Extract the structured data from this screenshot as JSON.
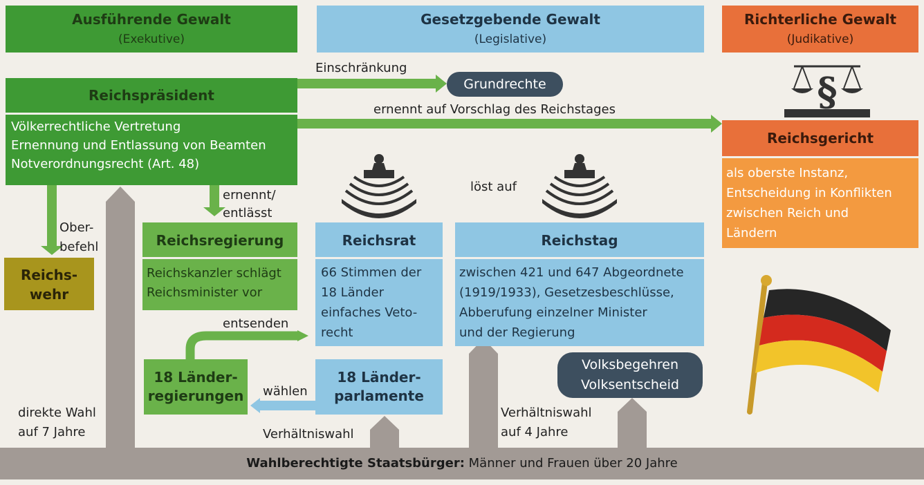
{
  "header": {
    "exekutive_title": "Ausführende Gewalt",
    "exekutive_sub": "(Exekutive)",
    "legislative_title": "Gesetzgebende Gewalt",
    "legislative_sub": "(Legislative)",
    "judikative_title": "Richterliche Gewalt",
    "judikative_sub": "(Judikative)"
  },
  "reichspraesident": {
    "title": "Reichspräsident",
    "lines": [
      "Völkerrechtliche Vertretung",
      "Ernennung und Entlassung von Beamten",
      "Notverordnungsrecht (Art. 48)"
    ]
  },
  "grundrechte": "Grundrechte",
  "reichsgericht": {
    "title": "Reichsgericht",
    "lines": [
      "als oberste Instanz,",
      "Entscheidung in Konflikten",
      "zwischen Reich und",
      "Ländern"
    ]
  },
  "reichswehr": {
    "lines": [
      "Reichs-",
      "wehr"
    ]
  },
  "reichsregierung": {
    "title": "Reichsregierung",
    "lines": [
      "Reichskanzler schlägt",
      "Reichsminister vor"
    ]
  },
  "reichsrat": {
    "title": "Reichsrat",
    "lines": [
      "66 Stimmen der",
      "18 Länder",
      "einfaches Veto-",
      "recht"
    ]
  },
  "reichstag": {
    "title": "Reichstag",
    "lines": [
      "zwischen 421 und 647 Abgeordnete",
      "(1919/1933), Gesetzesbeschlüsse,",
      "Abberufung einzelner Minister",
      "und der Regierung"
    ]
  },
  "laenderregierungen": {
    "lines": [
      "18 Länder-",
      "regierungen"
    ]
  },
  "laenderparlamente": {
    "lines": [
      "18 Länder-",
      "parlamente"
    ]
  },
  "volks": {
    "lines": [
      "Volksbegehren",
      "Volksentscheid"
    ]
  },
  "labels": {
    "einschraenkung": "Einschränkung",
    "ernennt_vorschlag": "ernennt auf Vorschlag des Reichstages",
    "loest_auf": "löst auf",
    "ernennt_entlaesst": [
      "ernennt/",
      "entlässt"
    ],
    "oberbefehl": [
      "Ober-",
      "befehl"
    ],
    "entsenden": "entsenden",
    "waehlen": "wählen",
    "direkte_wahl": [
      "direkte Wahl",
      "auf 7 Jahre"
    ],
    "verhaeltniswahl_left": "Verhältniswahl",
    "verhaeltniswahl_right": [
      "Verhältniswahl",
      "auf 4 Jahre"
    ]
  },
  "footer": {
    "bold": "Wahlberechtigte Staatsbürger:",
    "rest": " Männer und Frauen über 20 Jahre"
  },
  "colors": {
    "green_dark": "#3e9a34",
    "green_light": "#6ab24a",
    "blue": "#8fc6e3",
    "orange_dark": "#e8703a",
    "orange_light": "#f39a40",
    "olive": "#a8951d",
    "grey": "#a29a95",
    "pill": "#3d4f5f"
  },
  "icons": [
    "scales-paragraph-icon",
    "parliament-icon",
    "german-flag-icon"
  ]
}
